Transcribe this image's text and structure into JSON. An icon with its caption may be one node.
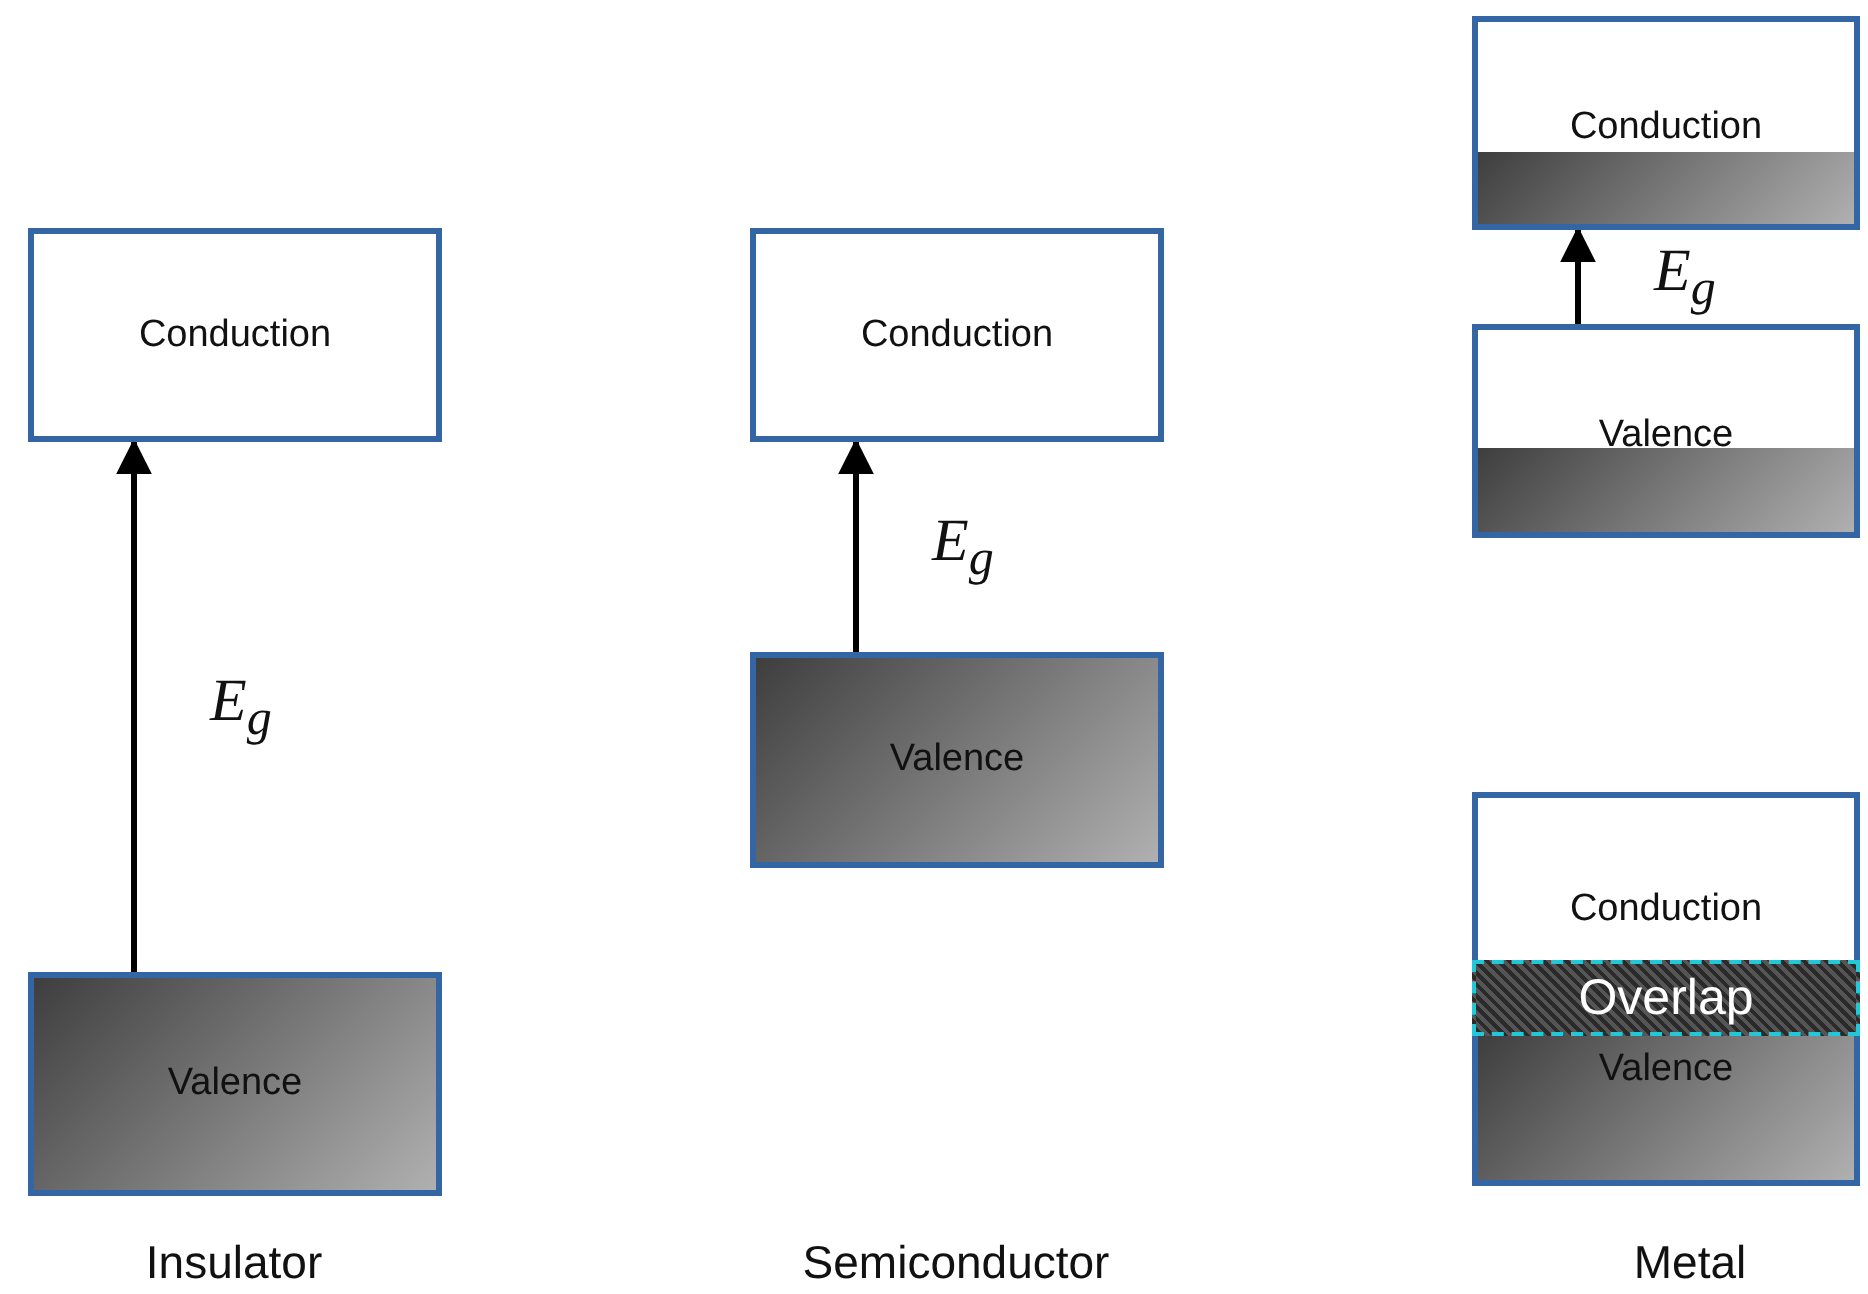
{
  "diagram": {
    "nodes": [
      {
        "text": [
          "Conduction"
        ]
      },
      {
        "text": [
          "Valence"
        ]
      },
      {
        "text": [
          "Conduction"
        ]
      },
      {
        "text": [
          "Valence"
        ]
      },
      {
        "text": [
          "Conduction"
        ]
      },
      {
        "text": [
          "Valence"
        ]
      },
      {
        "text": [
          "Conduction"
        ]
      },
      {
        "text": [
          "Overlap"
        ]
      },
      {
        "text": [
          "Valence"
        ]
      }
    ],
    "edges": [
      {
        "from": 1,
        "to": 0,
        "arrow": "to",
        "label": "E$_{g}$"
      },
      {
        "from": 3,
        "to": 2,
        "arrow": "to",
        "label": "E$_{g}$"
      },
      {
        "from": 5,
        "to": 4,
        "arrow": "to",
        "label": "E$_{g}$"
      }
    ],
    "labels": [
      "Insulator",
      "Semiconductor",
      "Metal"
    ]
  }
}
